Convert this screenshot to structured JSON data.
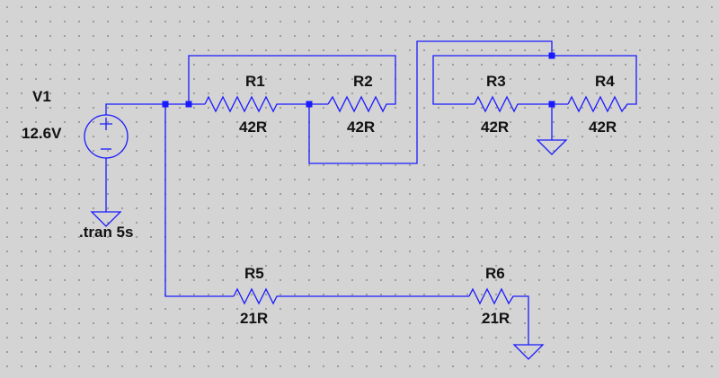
{
  "schematic": {
    "source": {
      "name": "V1",
      "value": "12.6V"
    },
    "directive": ".tran 5s",
    "resistors": [
      {
        "name": "R1",
        "value": "42R"
      },
      {
        "name": "R2",
        "value": "42R"
      },
      {
        "name": "R3",
        "value": "42R"
      },
      {
        "name": "R4",
        "value": "42R"
      },
      {
        "name": "R5",
        "value": "21R"
      },
      {
        "name": "R6",
        "value": "21R"
      }
    ]
  },
  "colors": {
    "wire": "#1a1aff",
    "background": "#d4d4d4",
    "grid_dot": "#8e8e8e",
    "text": "#111111"
  },
  "icons": [
    "voltage-source-icon",
    "resistor-icon",
    "ground-icon"
  ]
}
